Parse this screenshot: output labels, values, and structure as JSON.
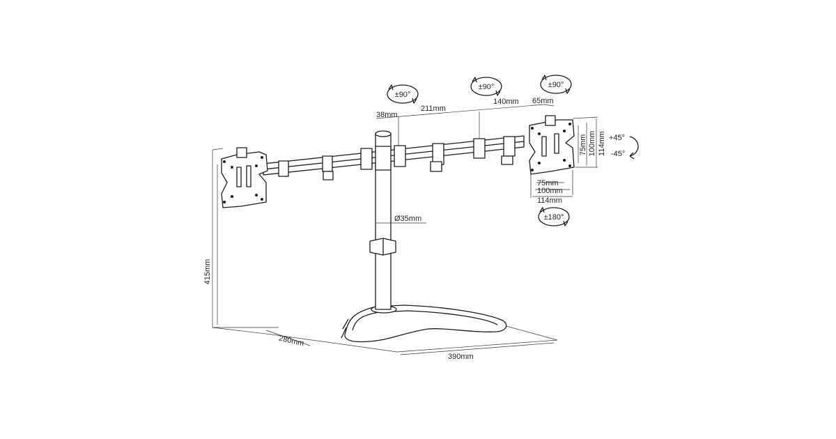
{
  "diagram": {
    "dimensions": {
      "height": "415mm",
      "depth": "280mm",
      "width": "390mm",
      "pole_diameter": "Ø35mm",
      "pole_offset": "38mm",
      "arm_segment_1": "211mm",
      "arm_segment_2": "140mm",
      "tilt_offset": "65mm",
      "vesa_75_v": "75mm",
      "vesa_100_v": "100mm",
      "vesa_114_v": "114mm",
      "vesa_75_h": "75mm",
      "vesa_100_h": "100mm",
      "vesa_114_h": "114mm"
    },
    "rotations": {
      "pole_swivel": "±90°",
      "arm_swivel": "±90°",
      "head_swivel": "±90°",
      "tilt_up": "+45°",
      "tilt_down": "-45°",
      "rotate": "±180°"
    }
  }
}
